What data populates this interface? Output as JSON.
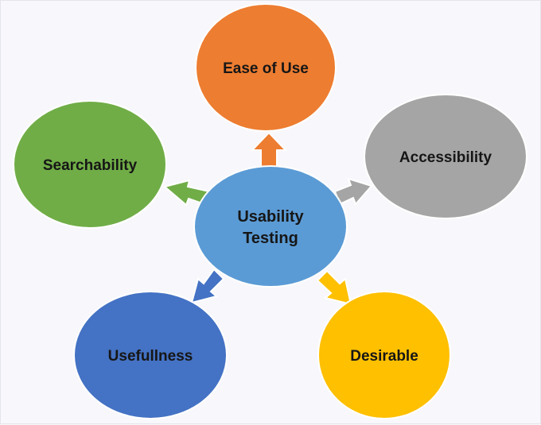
{
  "diagram": {
    "center": {
      "label_line1": "Usability",
      "label_line2": "Testing",
      "color": "#5b9bd5"
    },
    "nodes": [
      {
        "id": "ease-of-use",
        "label": "Ease of Use",
        "color": "#ed7d31"
      },
      {
        "id": "accessibility",
        "label": "Accessibility",
        "color": "#a5a5a5"
      },
      {
        "id": "desirable",
        "label": "Desirable",
        "color": "#ffc000"
      },
      {
        "id": "usefullness",
        "label": "Usefullness",
        "color": "#4472c4"
      },
      {
        "id": "searchability",
        "label": "Searchability",
        "color": "#70ad47"
      }
    ],
    "edge_color": "#ffffff"
  }
}
